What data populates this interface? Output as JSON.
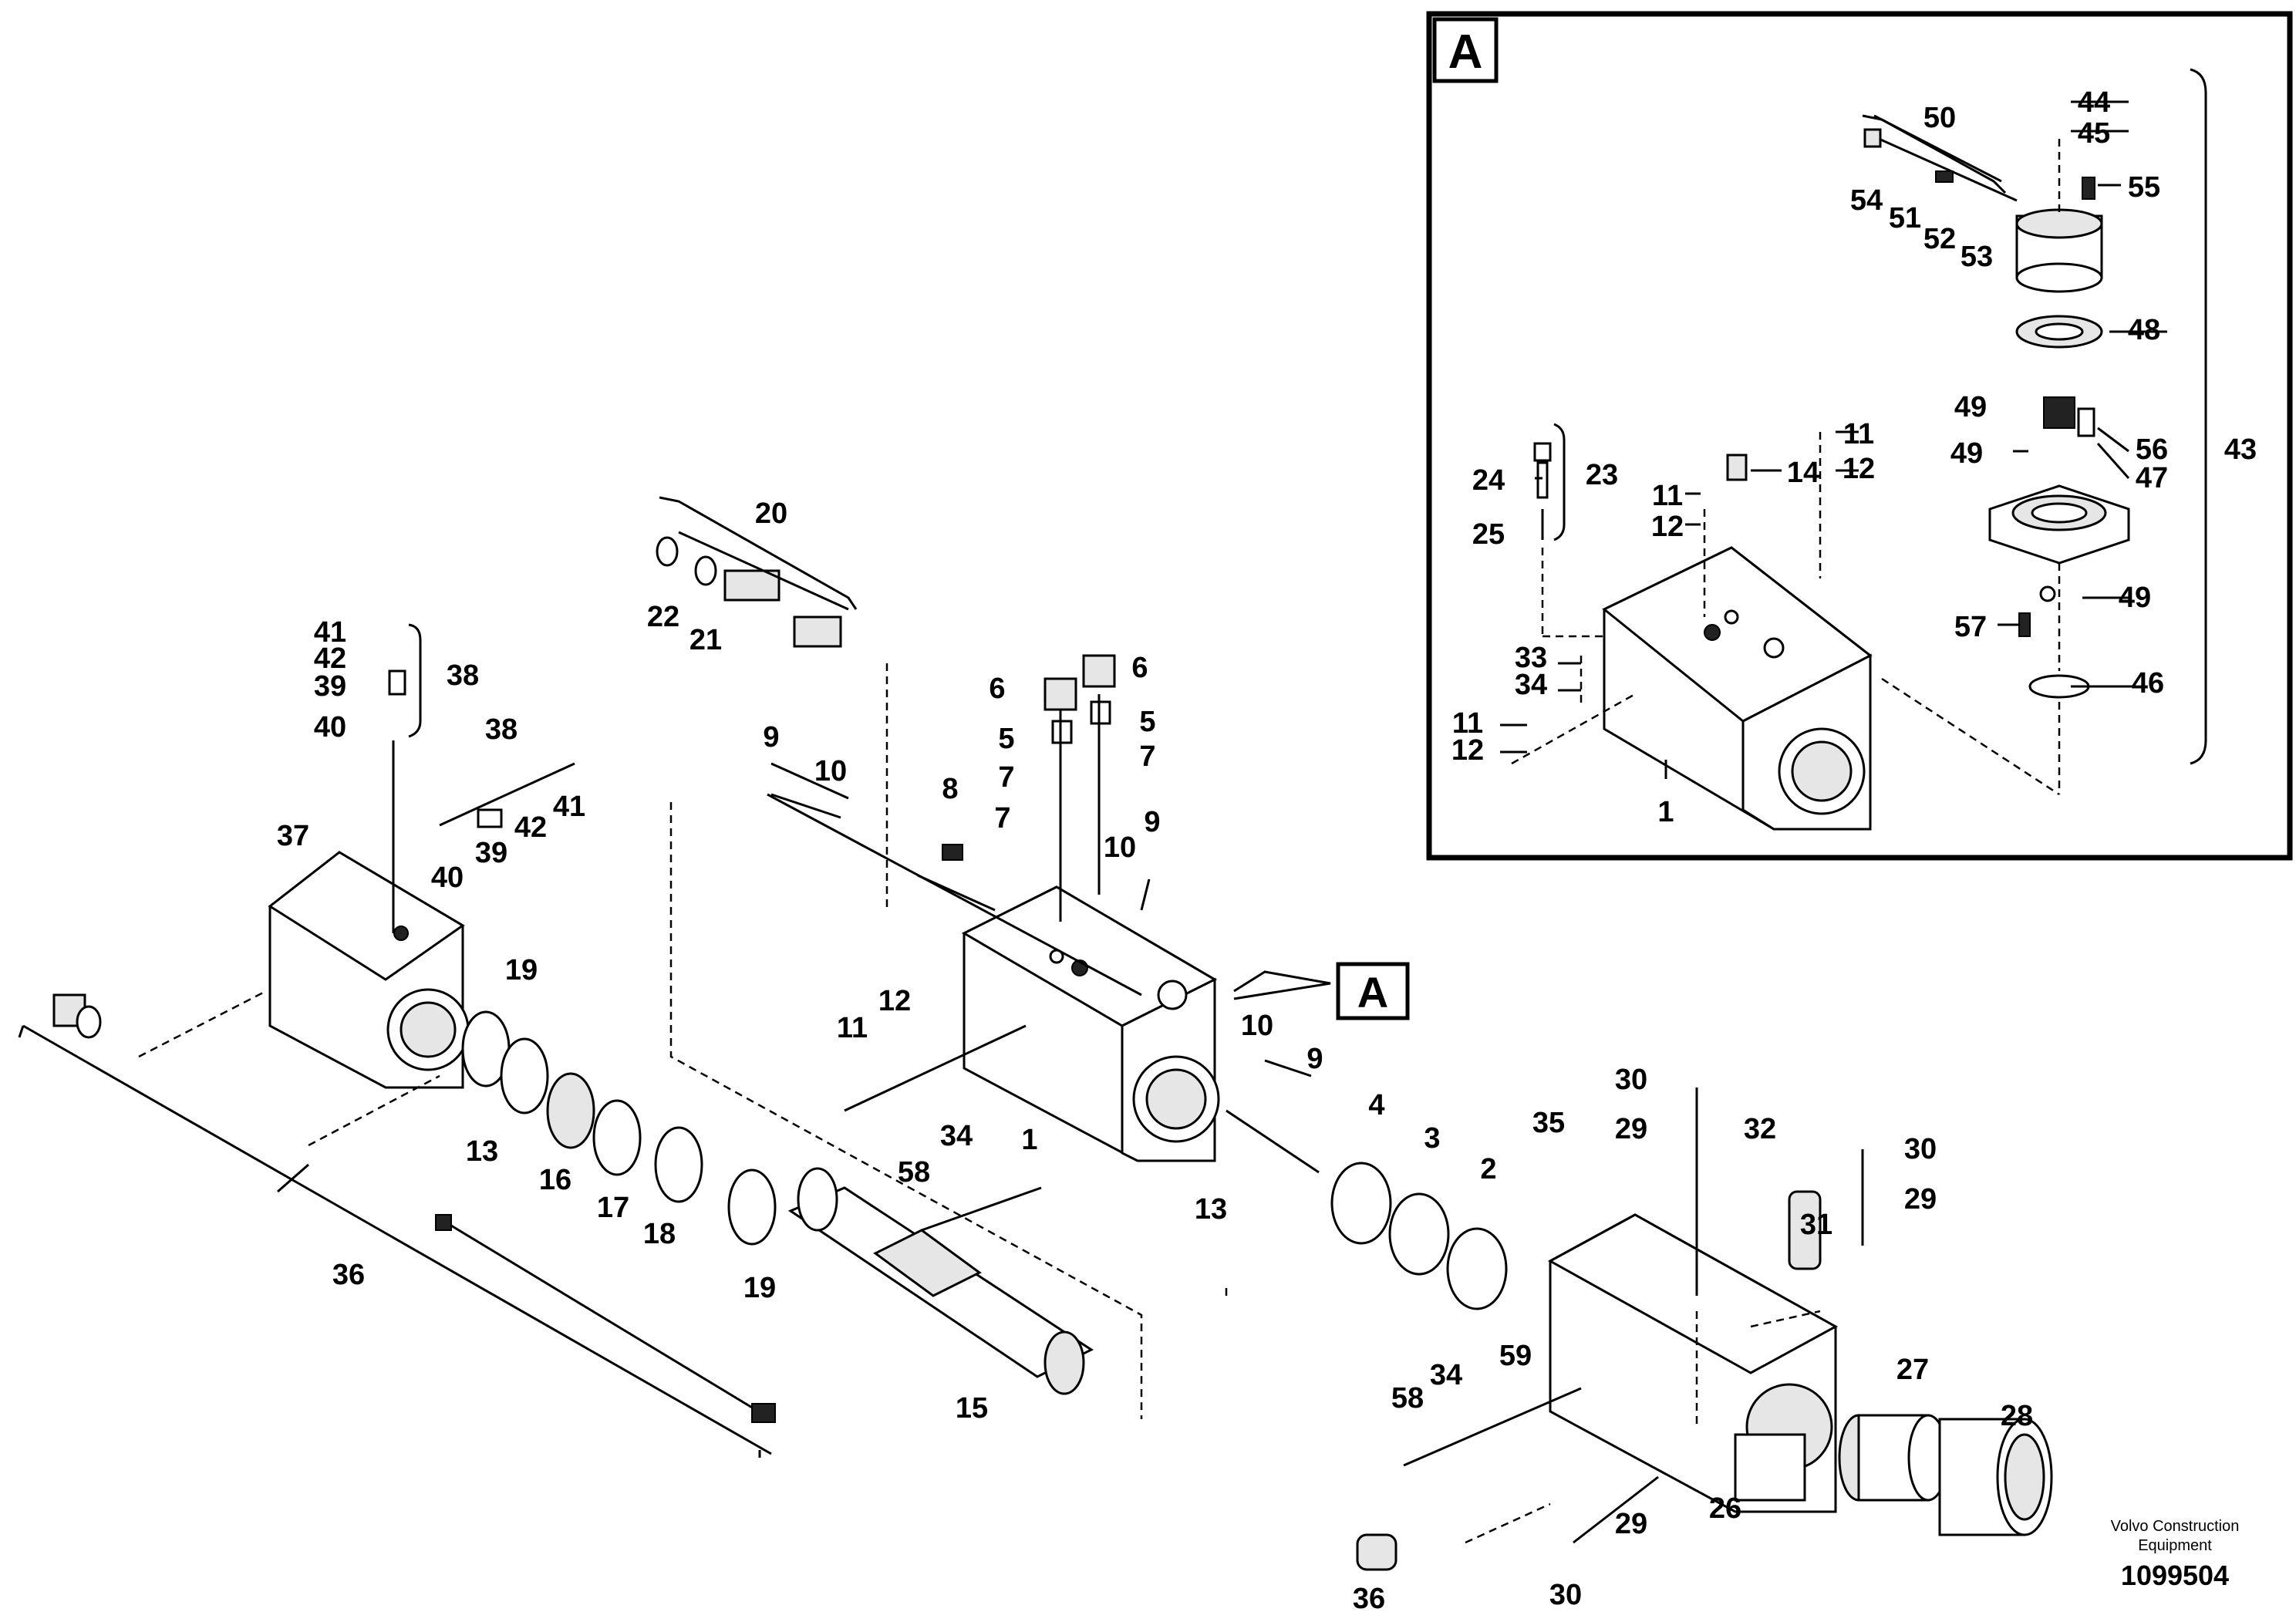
{
  "detail_marker": "A",
  "main_labels": [
    {
      "name": "label-20",
      "text": "20"
    },
    {
      "name": "label-22",
      "text": "22"
    },
    {
      "name": "label-21",
      "text": "21"
    },
    {
      "name": "label-41a",
      "text": "41"
    },
    {
      "name": "label-42a",
      "text": "42"
    },
    {
      "name": "label-39a",
      "text": "39"
    },
    {
      "name": "label-40a",
      "text": "40"
    },
    {
      "name": "label-38a",
      "text": "38"
    },
    {
      "name": "label-38b",
      "text": "38"
    },
    {
      "name": "label-37",
      "text": "37"
    },
    {
      "name": "label-40b",
      "text": "40"
    },
    {
      "name": "label-39b",
      "text": "39"
    },
    {
      "name": "label-42b",
      "text": "42"
    },
    {
      "name": "label-41b",
      "text": "41"
    },
    {
      "name": "label-9a",
      "text": "9"
    },
    {
      "name": "label-10a",
      "text": "10"
    },
    {
      "name": "label-6a",
      "text": "6"
    },
    {
      "name": "label-6b",
      "text": "6"
    },
    {
      "name": "label-5a",
      "text": "5"
    },
    {
      "name": "label-5b",
      "text": "5"
    },
    {
      "name": "label-7a",
      "text": "7"
    },
    {
      "name": "label-7b",
      "text": "7"
    },
    {
      "name": "label-8",
      "text": "8"
    },
    {
      "name": "label-7c",
      "text": "7"
    },
    {
      "name": "label-9b",
      "text": "9"
    },
    {
      "name": "label-10b",
      "text": "10"
    },
    {
      "name": "label-19a",
      "text": "19"
    },
    {
      "name": "label-12a",
      "text": "12"
    },
    {
      "name": "label-11a",
      "text": "11"
    },
    {
      "name": "label-10c",
      "text": "10"
    },
    {
      "name": "label-9c",
      "text": "9"
    },
    {
      "name": "label-13a",
      "text": "13"
    },
    {
      "name": "label-16",
      "text": "16"
    },
    {
      "name": "label-17",
      "text": "17"
    },
    {
      "name": "label-18",
      "text": "18"
    },
    {
      "name": "label-34a",
      "text": "34"
    },
    {
      "name": "label-58a",
      "text": "58"
    },
    {
      "name": "label-1a",
      "text": "1"
    },
    {
      "name": "label-13b",
      "text": "13"
    },
    {
      "name": "label-4",
      "text": "4"
    },
    {
      "name": "label-3",
      "text": "3"
    },
    {
      "name": "label-2",
      "text": "2"
    },
    {
      "name": "label-19b",
      "text": "19"
    },
    {
      "name": "label-36a",
      "text": "36"
    },
    {
      "name": "label-15",
      "text": "15"
    },
    {
      "name": "label-30a",
      "text": "30"
    },
    {
      "name": "label-29a",
      "text": "29"
    },
    {
      "name": "label-32",
      "text": "32"
    },
    {
      "name": "label-35",
      "text": "35"
    },
    {
      "name": "label-30b",
      "text": "30"
    },
    {
      "name": "label-29b",
      "text": "29"
    },
    {
      "name": "label-31",
      "text": "31"
    },
    {
      "name": "label-59",
      "text": "59"
    },
    {
      "name": "label-34b",
      "text": "34"
    },
    {
      "name": "label-58b",
      "text": "58"
    },
    {
      "name": "label-27",
      "text": "27"
    },
    {
      "name": "label-28",
      "text": "28"
    },
    {
      "name": "label-26",
      "text": "26"
    },
    {
      "name": "label-29c",
      "text": "29"
    },
    {
      "name": "label-36b",
      "text": "36"
    },
    {
      "name": "label-30c",
      "text": "30"
    }
  ],
  "inset_labels": [
    {
      "name": "inset-label-44",
      "text": "44"
    },
    {
      "name": "inset-label-45",
      "text": "45"
    },
    {
      "name": "inset-label-50",
      "text": "50"
    },
    {
      "name": "inset-label-55",
      "text": "55"
    },
    {
      "name": "inset-label-54",
      "text": "54"
    },
    {
      "name": "inset-label-51",
      "text": "51"
    },
    {
      "name": "inset-label-52",
      "text": "52"
    },
    {
      "name": "inset-label-53",
      "text": "53"
    },
    {
      "name": "inset-label-48",
      "text": "48"
    },
    {
      "name": "inset-label-49a",
      "text": "49"
    },
    {
      "name": "inset-label-56",
      "text": "56"
    },
    {
      "name": "inset-label-43",
      "text": "43"
    },
    {
      "name": "inset-label-49b",
      "text": "49"
    },
    {
      "name": "inset-label-47",
      "text": "47"
    },
    {
      "name": "inset-label-11a",
      "text": "11"
    },
    {
      "name": "inset-label-12a",
      "text": "12"
    },
    {
      "name": "inset-label-24",
      "text": "24"
    },
    {
      "name": "inset-label-23",
      "text": "23"
    },
    {
      "name": "inset-label-14",
      "text": "14"
    },
    {
      "name": "inset-label-11b",
      "text": "11"
    },
    {
      "name": "inset-label-12b",
      "text": "12"
    },
    {
      "name": "inset-label-25",
      "text": "25"
    },
    {
      "name": "inset-label-49c",
      "text": "49"
    },
    {
      "name": "inset-label-57",
      "text": "57"
    },
    {
      "name": "inset-label-33",
      "text": "33"
    },
    {
      "name": "inset-label-34",
      "text": "34"
    },
    {
      "name": "inset-label-46",
      "text": "46"
    },
    {
      "name": "inset-label-11c",
      "text": "11"
    },
    {
      "name": "inset-label-12c",
      "text": "12"
    },
    {
      "name": "inset-label-1",
      "text": "1"
    }
  ],
  "credit": {
    "line1": "Volvo Construction",
    "line2": "Equipment"
  },
  "document_number": "1099504"
}
